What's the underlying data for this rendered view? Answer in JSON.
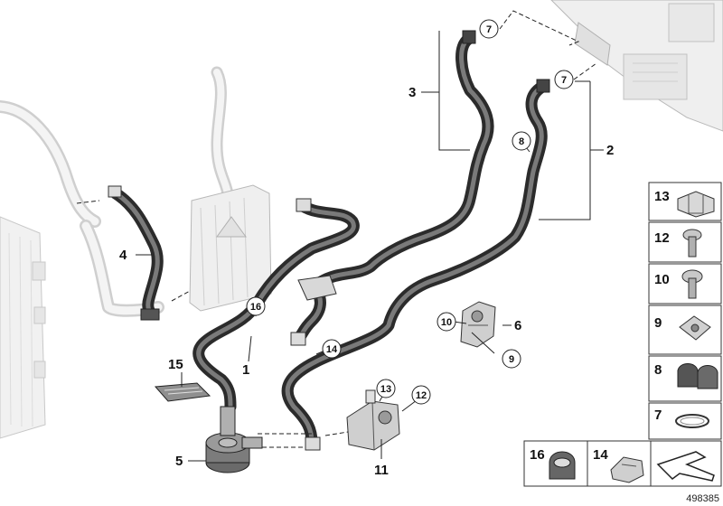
{
  "diagram": {
    "callouts": {
      "c1": "1",
      "c2": "2",
      "c3": "3",
      "c4": "4",
      "c5": "5",
      "c6": "6",
      "c7a": "7",
      "c7b": "7",
      "c8": "8",
      "c9": "9",
      "c10": "10",
      "c11": "11",
      "c12": "12",
      "c13": "13",
      "c14": "14",
      "c15": "15",
      "c16": "16"
    },
    "legend": {
      "r13": "13",
      "r12": "12",
      "r10": "10",
      "r9": "9",
      "r8": "8",
      "r7": "7",
      "b16": "16",
      "b14": "14"
    },
    "diagram_number": "498385"
  },
  "colors": {
    "hose": "#2b2b2b",
    "hose_highlight": "#7a7a7a",
    "ghost": "#cfcfcf",
    "line": "#222222"
  }
}
